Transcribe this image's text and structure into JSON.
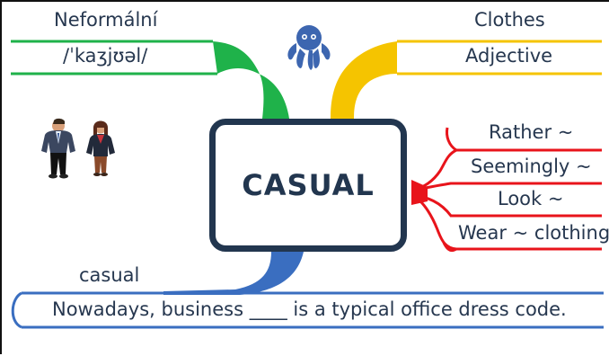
{
  "central": {
    "word": "CASUAL"
  },
  "branches": {
    "translation": "Neformální",
    "pronunciation": "/ˈkaʒjʊəl/",
    "topic": "Clothes",
    "part_of_speech": "Adjective",
    "collocations": [
      "Rather ~",
      "Seemingly ~",
      "Look ~",
      "Wear ~ clothing"
    ],
    "answer": "casual",
    "example_sentence": "Nowadays, business ____ is a typical office dress code."
  },
  "colors": {
    "green": "#1fb24a",
    "yellow": "#f5c400",
    "red": "#e8141b",
    "blue": "#3a6ec0",
    "navy": "#22364f",
    "octopus": "#3d66b0"
  },
  "icons": [
    "octopus-logo",
    "business-couple-illustration"
  ]
}
